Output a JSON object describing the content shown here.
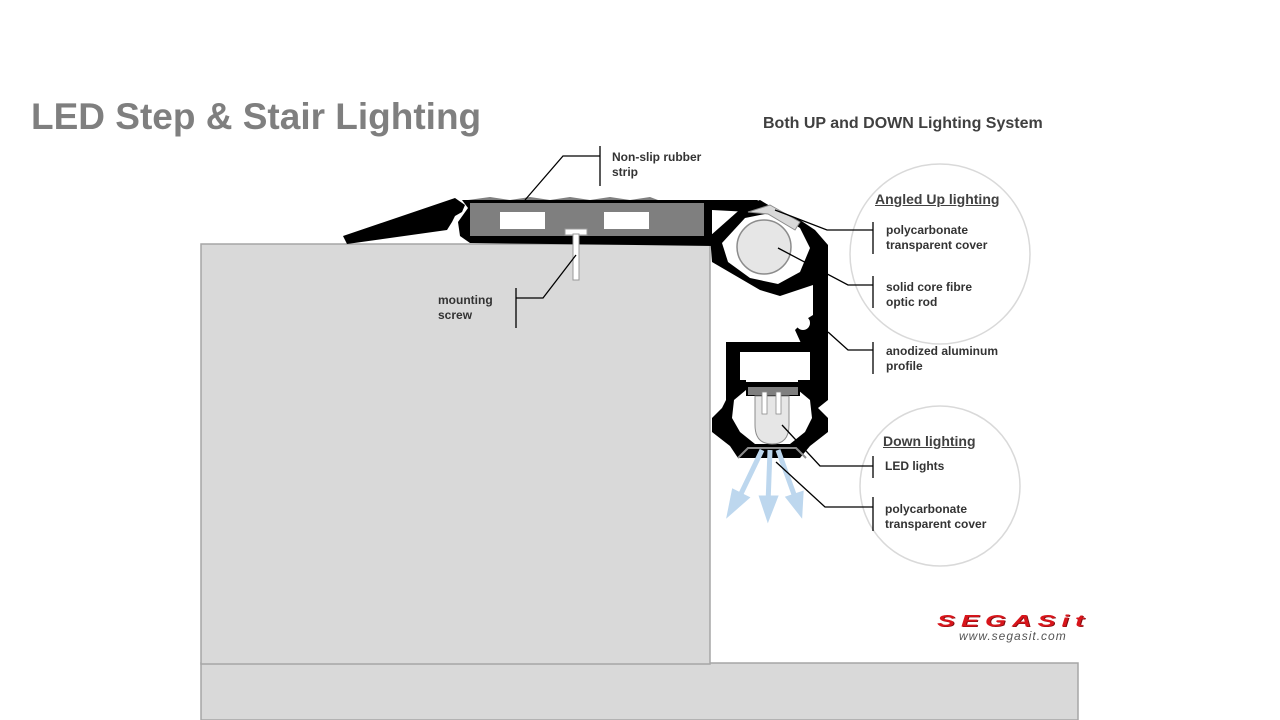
{
  "title": "LED Step & Stair Lighting",
  "subtitle": "Both UP and DOWN Lighting System",
  "labels": {
    "rubber_strip": "Non-slip rubber strip",
    "mounting_screw": "mounting screw",
    "up_header": "Angled Up lighting",
    "up_cover": "polycarbonate transparent cover",
    "fibre_rod": "solid core fibre optic rod",
    "aluminum_profile": "anodized aluminum profile",
    "down_header": "Down lighting",
    "led_lights": "LED lights",
    "down_cover": "polycarbonate transparent cover"
  },
  "logo": {
    "brand": "SEGASit",
    "url": "www.segasit.com"
  },
  "colors": {
    "title": "#7f7f7f",
    "step_fill": "#d9d9d9",
    "profile": "#000000",
    "rubber": "#7f7f7f",
    "light_arrow": "#bdd7ee",
    "brand": "#d8151b"
  }
}
